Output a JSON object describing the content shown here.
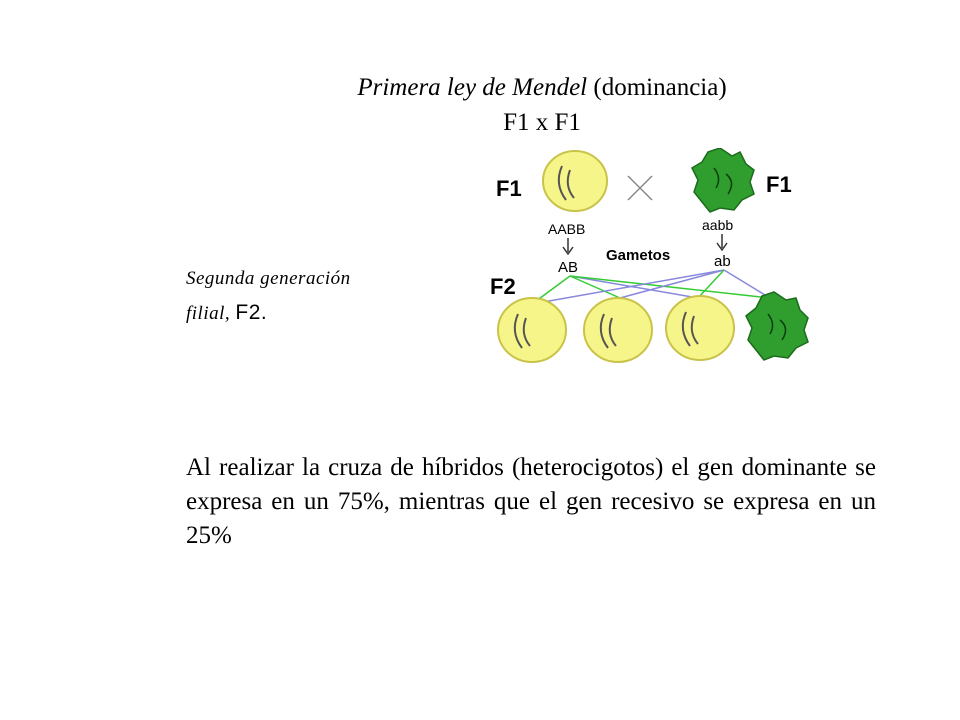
{
  "title": {
    "italic_part": "Primera ley de Mendel",
    "normal_part": " (dominancia)"
  },
  "subtitle": "F1 x F1",
  "generation_label": {
    "line1": "Segunda generación",
    "line2": "filial, ",
    "code": "F2."
  },
  "description": "Al realizar la cruza de híbridos (heterocigotos) el gen dominante se expresa en un 75%, mientras que el gen recesivo se expresa en un 25%",
  "diagram": {
    "parent_left_label": "F1",
    "parent_right_label": "F1",
    "genotype_left": "AABB",
    "genotype_right": "aabb",
    "gamete_left": "AB",
    "gamete_right": "ab",
    "gametes_label": "Gametos",
    "offspring_label": "F2",
    "colors": {
      "yellow_pea": "#f6f58a",
      "green_pea": "#2f9e2f",
      "green_line": "#33cc33",
      "blue_line": "#8888dd"
    }
  }
}
